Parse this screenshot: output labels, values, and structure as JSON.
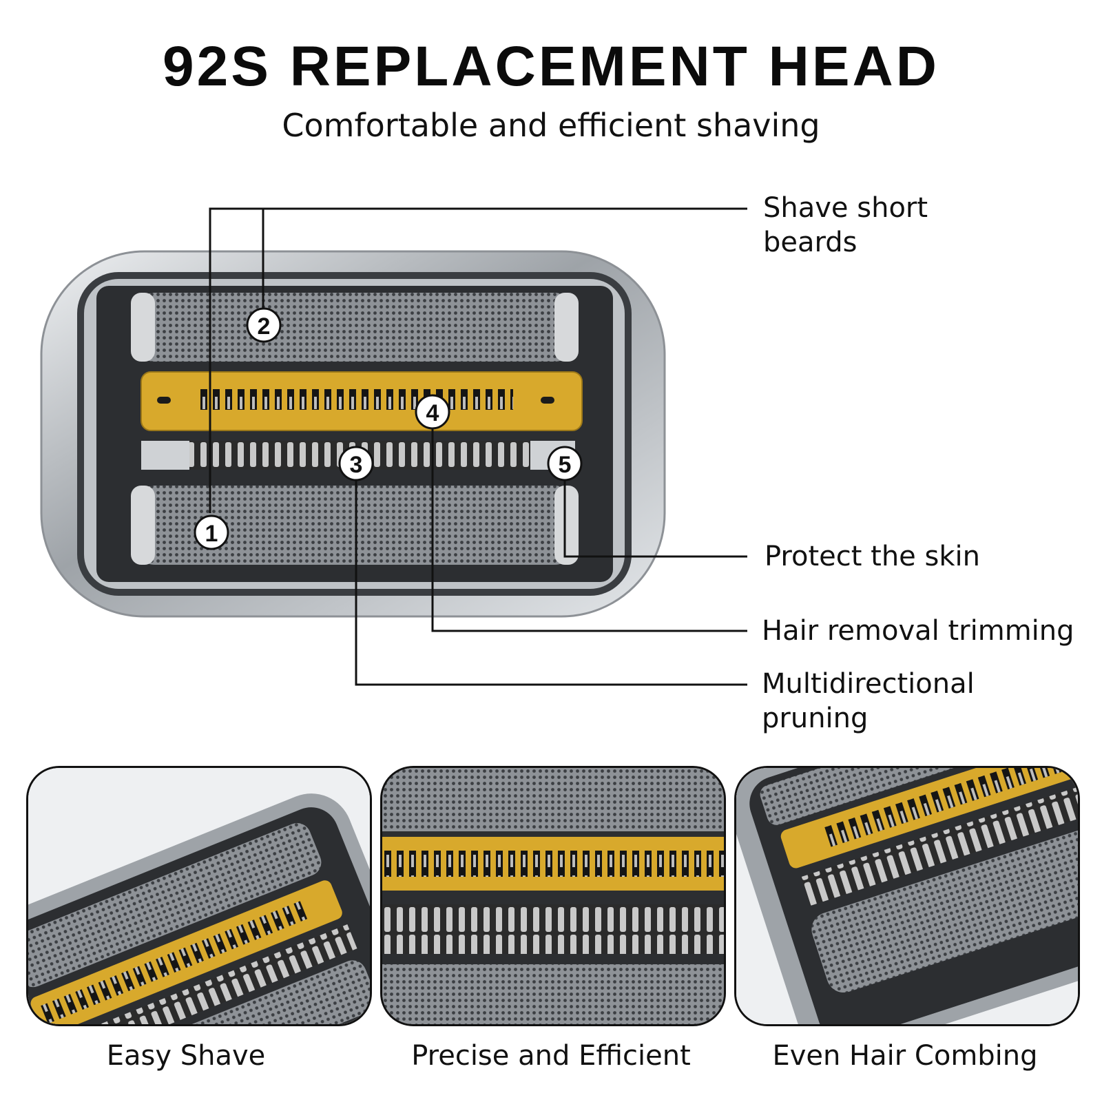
{
  "header": {
    "title": "92S REPLACEMENT HEAD",
    "subtitle": "Comfortable and efficient shaving"
  },
  "callouts": [
    {
      "number": "1",
      "label": "Shave short beards"
    },
    {
      "number": "2",
      "label": "Shave short beards"
    },
    {
      "number": "3",
      "label": "Multidirectional pruning"
    },
    {
      "number": "4",
      "label": "Hair removal trimming"
    },
    {
      "number": "5",
      "label": "Protect the skin"
    }
  ],
  "labels": {
    "shave_line1": "Shave short",
    "shave_line2": "beards",
    "protect": "Protect the skin",
    "hair": "Hair removal trimming",
    "multi_line1": "Multidirectional",
    "multi_line2": "pruning"
  },
  "panels": [
    {
      "caption": "Easy Shave"
    },
    {
      "caption": "Precise and Efficient"
    },
    {
      "caption": "Even Hair Combing"
    }
  ],
  "colors": {
    "gold": "#d8a92c",
    "silver": "#b9bcbf",
    "dark": "#2a2a2a"
  }
}
